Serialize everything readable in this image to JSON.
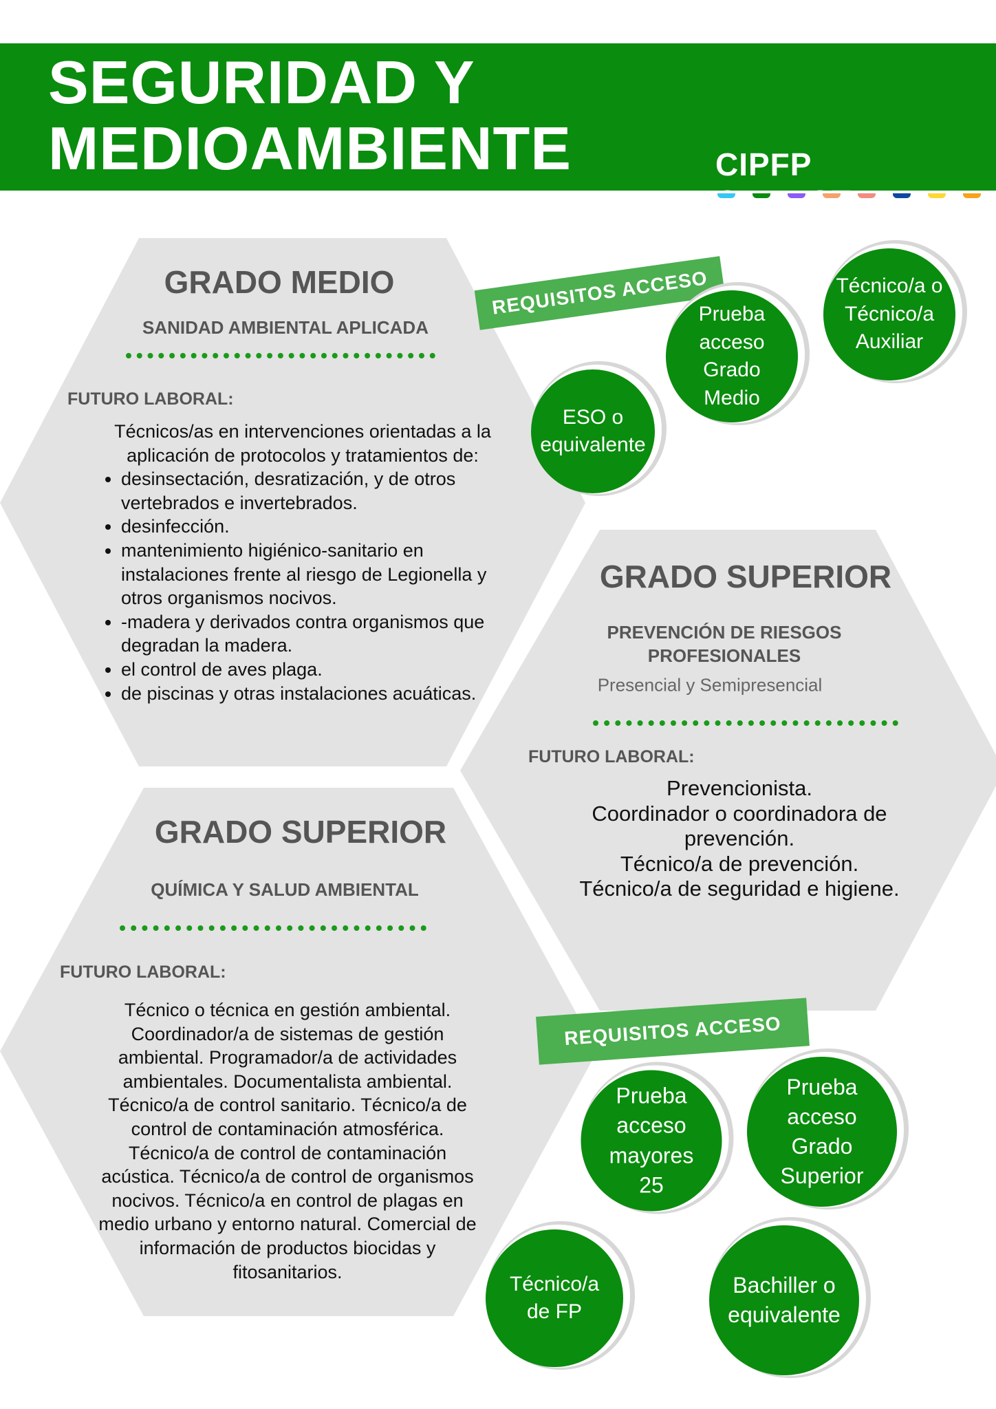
{
  "header": {
    "title_line1": "SEGURIDAD Y",
    "title_line2": "MEDIOAMBIENTE",
    "brand": "CIPFP  CANASTELL",
    "dash_colors": [
      "#38c6f4",
      "#0a8c0e",
      "#8b5cf6",
      "#f4a26b",
      "#f28b82",
      "#0d47a1",
      "#fdd835",
      "#f7a21b"
    ]
  },
  "grado_medio": {
    "level": "GRADO MEDIO",
    "name": "SANIDAD AMBIENTAL APLICADA",
    "futuro_label": "FUTURO LABORAL:",
    "intro": "Técnicos/as en intervenciones orientadas a la aplicación de protocolos y tratamientos de:",
    "items": [
      "desinsectación, desratización, y de otros vertebrados e invertebrados.",
      "desinfección.",
      "mantenimiento higiénico-sanitario en instalaciones frente al riesgo de Legionella y otros organismos nocivos.",
      "-madera y derivados contra organismos que degradan la madera.",
      "el control de aves plaga.",
      "de piscinas y otras instalaciones acuáticas."
    ]
  },
  "requisitos_medio": {
    "label": "REQUISITOS ACCESO",
    "items": [
      "ESO o equivalente",
      "Prueba acceso Grado Medio",
      "Técnico/a o Técnico/a Auxiliar"
    ]
  },
  "grado_superior_prl": {
    "level": "GRADO SUPERIOR",
    "name_line1": "PREVENCIÓN DE RIESGOS",
    "name_line2": "PROFESIONALES",
    "modality": "Presencial y Semipresencial",
    "futuro_label": "FUTURO LABORAL:",
    "lines": [
      "Prevencionista.",
      "Coordinador o coordinadora de",
      "prevención.",
      "Técnico/a de prevención.",
      "Técnico/a de seguridad e higiene."
    ]
  },
  "grado_superior_qsa": {
    "level": "GRADO SUPERIOR",
    "name": "QUÍMICA Y SALUD AMBIENTAL",
    "futuro_label": "FUTURO LABORAL:",
    "text": "Técnico o técnica en gestión ambiental. Coordinador/a de sistemas de gestión ambiental. Programador/a de actividades ambientales. Documentalista ambiental. Técnico/a de control sanitario. Técnico/a de control de contaminación atmosférica. Técnico/a de control de contaminación acústica. Técnico/a de control de organismos nocivos. Técnico/a en control de plagas en medio urbano y entorno natural. Comercial de información de productos biocidas y fitosanitarios."
  },
  "requisitos_superior": {
    "label": "REQUISITOS ACCESO",
    "items": [
      "Prueba acceso mayores 25",
      "Prueba acceso Grado Superior",
      "Técnico/a de FP",
      "Bachiller o equivalente"
    ]
  }
}
